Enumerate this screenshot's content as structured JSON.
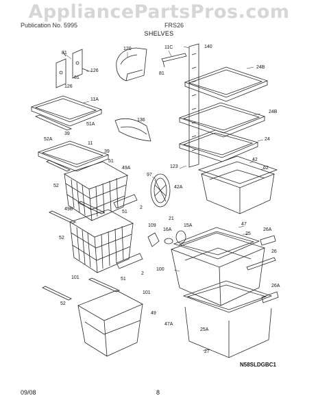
{
  "watermark": "AppliancePartsPros.com",
  "header": {
    "model_fragment": "Publication No. 5995",
    "model_right": "FRS26"
  },
  "section_title": "SHELVES",
  "diagram_code": "N58SLDGBC1",
  "footer": {
    "date": "09/08",
    "page": "8"
  },
  "part_labels": [
    {
      "id": "81a",
      "text": "81"
    },
    {
      "id": "126a",
      "text": "126"
    },
    {
      "id": "61",
      "text": "61"
    },
    {
      "id": "126b",
      "text": "126"
    },
    {
      "id": "120",
      "text": "120"
    },
    {
      "id": "11C",
      "text": "11C"
    },
    {
      "id": "81b",
      "text": "81"
    },
    {
      "id": "140",
      "text": "140"
    },
    {
      "id": "24B1",
      "text": "24B"
    },
    {
      "id": "11A",
      "text": "11A"
    },
    {
      "id": "39a",
      "text": "39"
    },
    {
      "id": "51A",
      "text": "51A"
    },
    {
      "id": "136",
      "text": "136"
    },
    {
      "id": "24B2",
      "text": "24B"
    },
    {
      "id": "52A",
      "text": "52A"
    },
    {
      "id": "11",
      "text": "11"
    },
    {
      "id": "24",
      "text": "24"
    },
    {
      "id": "39b",
      "text": "39"
    },
    {
      "id": "51a",
      "text": "51"
    },
    {
      "id": "49A",
      "text": "49A"
    },
    {
      "id": "123",
      "text": "123"
    },
    {
      "id": "42",
      "text": "42"
    },
    {
      "id": "62",
      "text": "62"
    },
    {
      "id": "97",
      "text": "97"
    },
    {
      "id": "52a",
      "text": "52"
    },
    {
      "id": "42A",
      "text": "42A"
    },
    {
      "id": "2a",
      "text": "2"
    },
    {
      "id": "49B",
      "text": "49B"
    },
    {
      "id": "51b",
      "text": "51"
    },
    {
      "id": "21",
      "text": "21"
    },
    {
      "id": "52b",
      "text": "52"
    },
    {
      "id": "109",
      "text": "109"
    },
    {
      "id": "16A",
      "text": "16A"
    },
    {
      "id": "15A",
      "text": "15A"
    },
    {
      "id": "47",
      "text": "47"
    },
    {
      "id": "25",
      "text": "25"
    },
    {
      "id": "26A1",
      "text": "26A"
    },
    {
      "id": "26",
      "text": "26"
    },
    {
      "id": "100",
      "text": "100"
    },
    {
      "id": "101a",
      "text": "101"
    },
    {
      "id": "51c",
      "text": "51"
    },
    {
      "id": "2b",
      "text": "2"
    },
    {
      "id": "101b",
      "text": "101"
    },
    {
      "id": "26A2",
      "text": "26A"
    },
    {
      "id": "52c",
      "text": "52"
    },
    {
      "id": "49",
      "text": "49"
    },
    {
      "id": "47A",
      "text": "47A"
    },
    {
      "id": "25A",
      "text": "25A"
    },
    {
      "id": "27",
      "text": "27"
    }
  ]
}
